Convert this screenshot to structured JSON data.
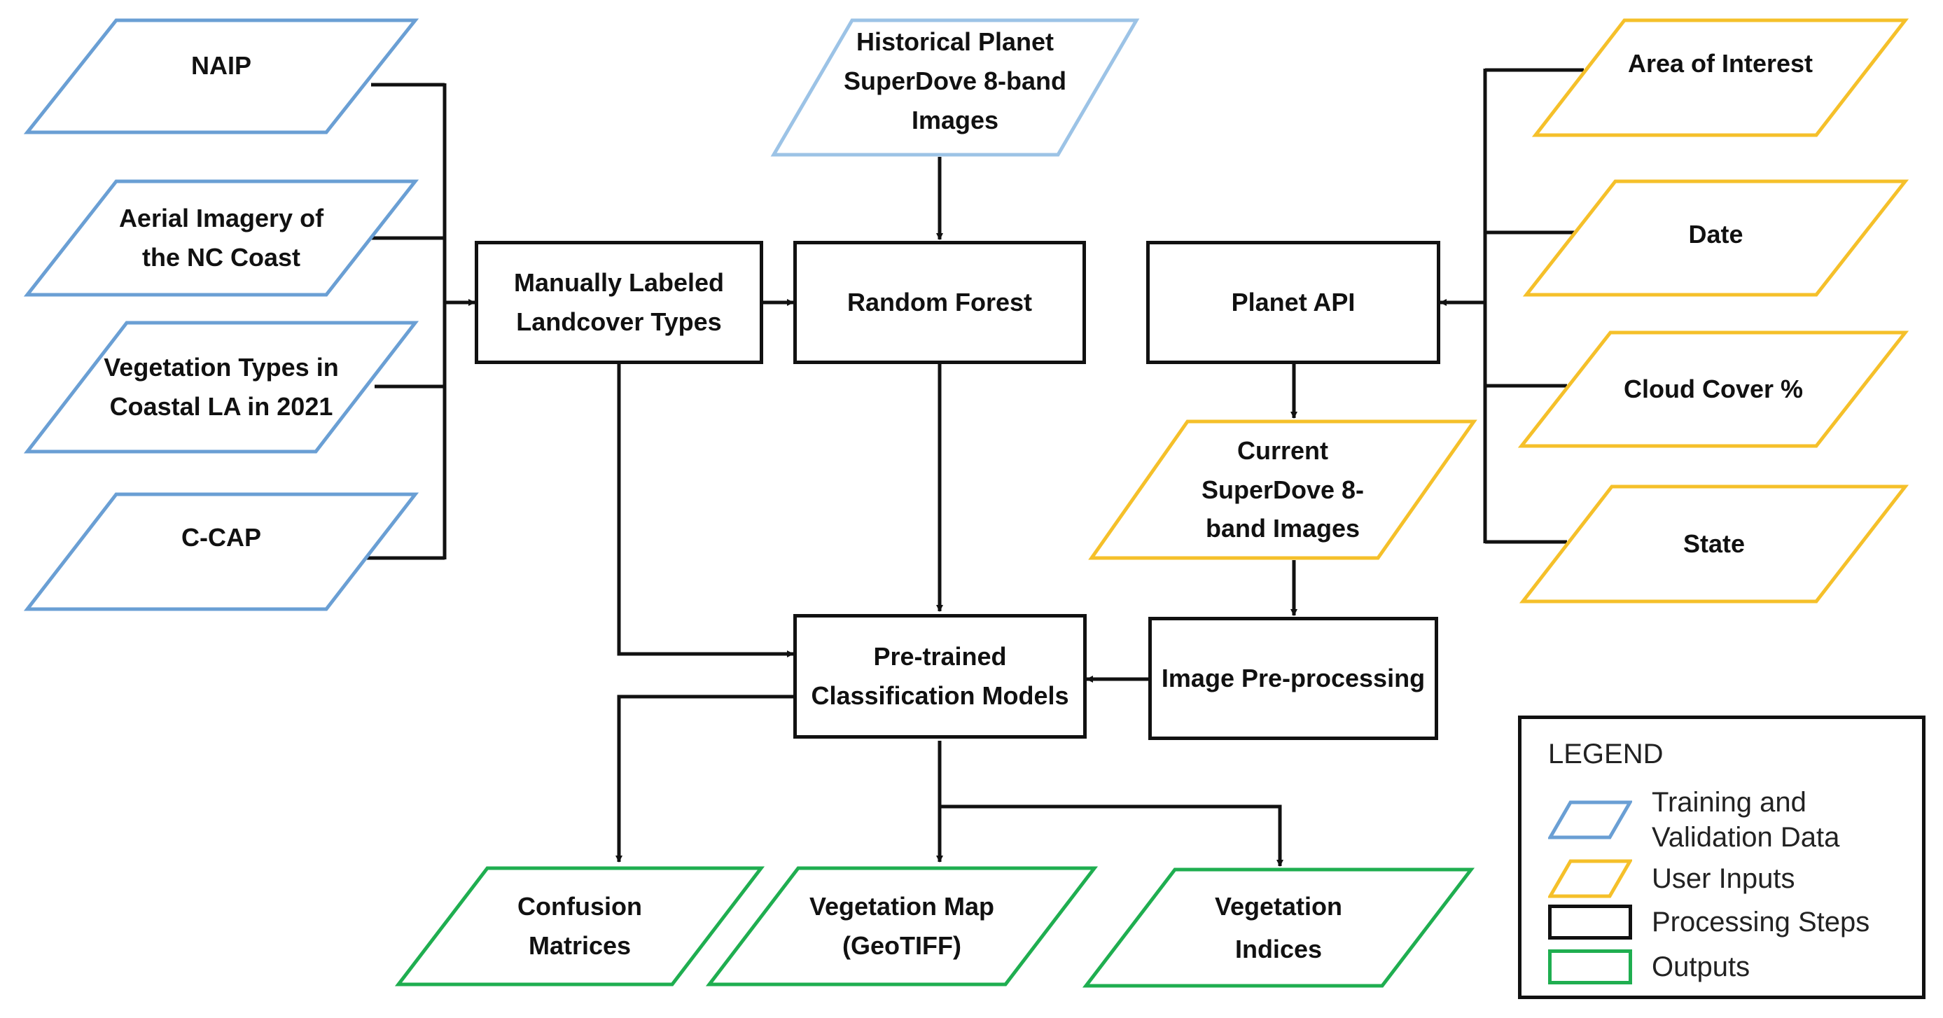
{
  "colors": {
    "training": "#6a9fd4",
    "training_light": "#9cc3e6",
    "user_inputs": "#f5c02a",
    "processing": "#111111",
    "outputs": "#1fae50"
  },
  "nodes": {
    "naip": "NAIP",
    "aerial_imagery": "Aerial Imagery of\nthe NC Coast",
    "vegetation_types": "Vegetation Types in\nCoastal LA in 2021",
    "ccap": "C-CAP",
    "historical_planet": "Historical Planet\nSuperDove 8-band\nImages",
    "manually_labeled": "Manually Labeled\nLandcover Types",
    "random_forest": "Random Forest",
    "planet_api": "Planet API",
    "area_of_interest": "Area of Interest",
    "date": "Date",
    "cloud_cover": "Cloud Cover %",
    "state": "State",
    "current_superdove": "Current\nSuperDove 8-\nband Images",
    "pretrained_models": "Pre-trained\nClassification Models",
    "image_preprocessing": "Image Pre-processing",
    "confusion_matrices": "Confusion\nMatrices",
    "vegetation_map": "Vegetation Map\n(GeoTIFF)",
    "vegetation_indices": "Vegetation\nIndices"
  },
  "legend": {
    "title": "LEGEND",
    "items": [
      {
        "label": "Training and\nValidation Data",
        "shape": "parallelogram",
        "color": "#6a9fd4"
      },
      {
        "label": "User Inputs",
        "shape": "parallelogram",
        "color": "#f5c02a"
      },
      {
        "label": "Processing Steps",
        "shape": "rectangle",
        "color": "#111111"
      },
      {
        "label": "Outputs",
        "shape": "rectangle",
        "color": "#1fae50"
      }
    ]
  }
}
